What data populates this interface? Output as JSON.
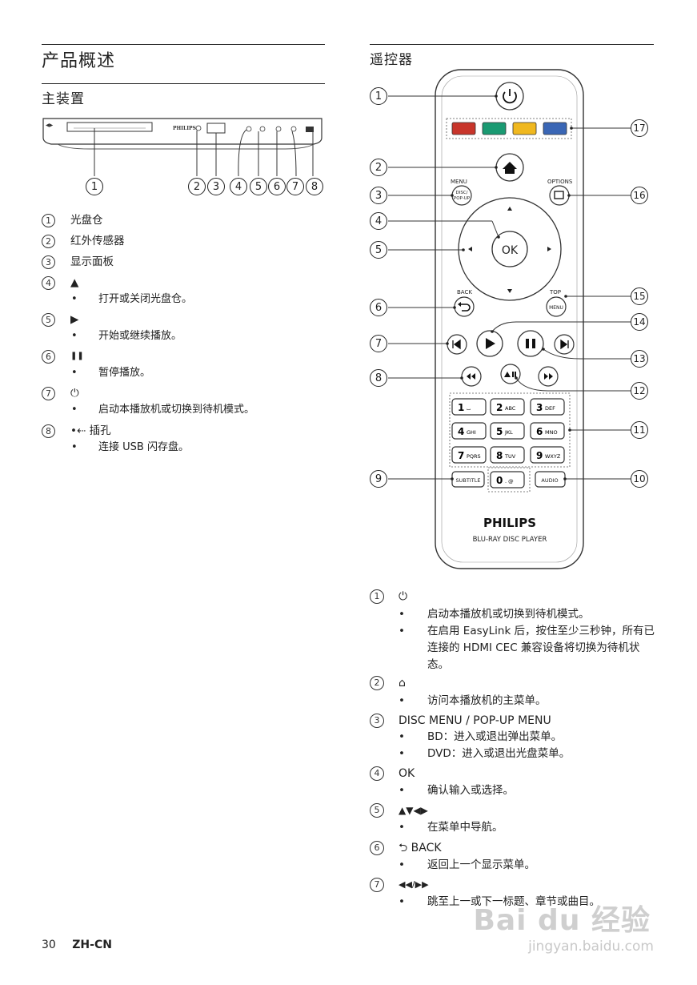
{
  "left": {
    "section_title": "产品概述",
    "subsection_title": "主装置",
    "device": {
      "brand": "PHILIPS"
    },
    "callouts": [
      "1",
      "2",
      "3",
      "4",
      "5",
      "6",
      "7",
      "8"
    ],
    "items": [
      {
        "num": "1",
        "label": "光盘仓"
      },
      {
        "num": "2",
        "label": "红外传感器"
      },
      {
        "num": "3",
        "label": "显示面板"
      },
      {
        "num": "4",
        "label": "▲",
        "desc": "打开或关闭光盘仓。"
      },
      {
        "num": "5",
        "label": "▶",
        "desc": "开始或继续播放。"
      },
      {
        "num": "6",
        "label": "❚❚",
        "desc": "暂停播放。"
      },
      {
        "num": "7",
        "label": "⏻",
        "desc": "启动本播放机或切换到待机模式。"
      },
      {
        "num": "8",
        "label": "•⇠ 插孔",
        "desc": "连接 USB 闪存盘。"
      }
    ]
  },
  "right": {
    "section_title": "遥控器",
    "remote": {
      "labels": {
        "menu": "MENU",
        "disc_popup": "DISC/ POP-UP",
        "options": "OPTIONS",
        "ok": "OK",
        "back": "BACK",
        "top": "TOP",
        "top_menu": "MENU",
        "subtitle": "SUBTITLE",
        "audio": "AUDIO",
        "brand": "PHILIPS",
        "model": "BLU-RAY DISC PLAYER"
      },
      "keys": [
        "1 ⌴",
        "2 ABC",
        "3 DEF",
        "4 GHI",
        "5 JKL",
        "6 MNO",
        "7 PQRS",
        "8 TUV",
        "9 WXYZ",
        "0 . @"
      ],
      "callouts": [
        "1",
        "2",
        "3",
        "4",
        "5",
        "6",
        "7",
        "8",
        "9",
        "10",
        "11",
        "12",
        "13",
        "14",
        "15",
        "16",
        "17"
      ],
      "colors": [
        "#c8352b",
        "#1a9a72",
        "#f0b81f",
        "#3a66b5"
      ]
    },
    "items": [
      {
        "num": "1",
        "label": "⏻",
        "bullets": [
          "启动本播放机或切换到待机模式。",
          "在启用 EasyLink 后，按住至少三秒钟，所有已连接的 HDMI CEC 兼容设备将切换为待机状态。"
        ]
      },
      {
        "num": "2",
        "label": "⌂",
        "bullets": [
          "访问本播放机的主菜单。"
        ]
      },
      {
        "num": "3",
        "label": "DISC MENU / POP-UP MENU",
        "bullets": [
          "BD：进入或退出弹出菜单。",
          "DVD：进入或退出光盘菜单。"
        ]
      },
      {
        "num": "4",
        "label": "OK",
        "bullets": [
          "确认输入或选择。"
        ]
      },
      {
        "num": "5",
        "label": "▲▼◀▶",
        "bullets": [
          "在菜单中导航。"
        ]
      },
      {
        "num": "6",
        "label": "⮌ BACK",
        "bullets": [
          "返回上一个显示菜单。"
        ]
      },
      {
        "num": "7",
        "label": "◀◀/▶▶",
        "bullets": [
          "跳至上一或下一标题、章节或曲目。"
        ]
      }
    ]
  },
  "footer": {
    "page": "30",
    "lang": "ZH-CN"
  },
  "watermark": {
    "main": "Bai du 经验",
    "url": "jingyan.baidu.com"
  }
}
